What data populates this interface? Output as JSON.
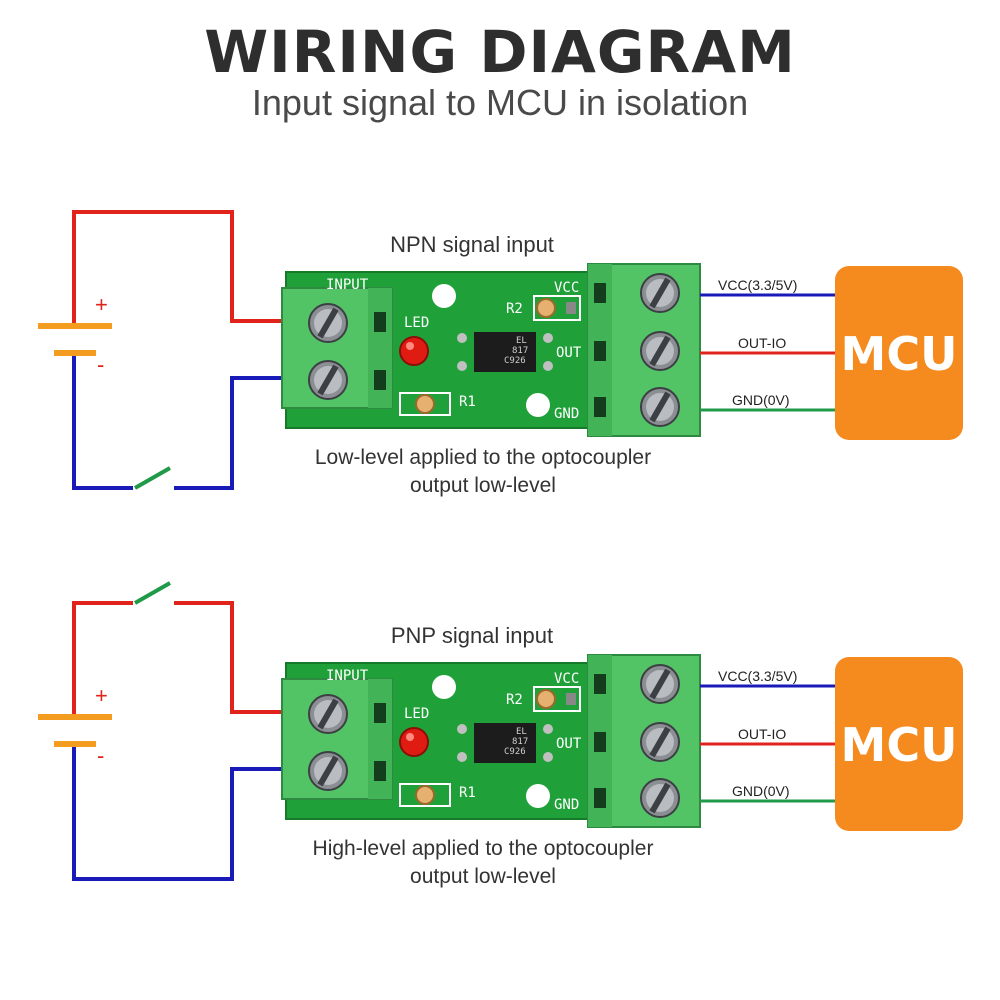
{
  "header": {
    "title": "WIRING DIAGRAM",
    "subtitle": "Input signal to MCU in isolation"
  },
  "colors": {
    "red_wire": "#e0241b",
    "blue_wire": "#1a1ab8",
    "green_wire": "#1f9a48",
    "battery": "#f39c1f",
    "pcb": "#1fa039",
    "terminal": "#52c466",
    "mcu": "#f58a1f"
  },
  "npn": {
    "title": "NPN signal input",
    "caption_line1": "Low-level applied to the optocoupler",
    "caption_line2": "output low-level",
    "battery_plus": "+",
    "battery_minus": "-",
    "pcb": {
      "input_label": "INPUT",
      "led_label": "LED",
      "r1_label": "R1",
      "r2_label": "R2",
      "vcc_label": "VCC",
      "out_label": "OUT",
      "gnd_label": "GND",
      "chip_line1": "EL",
      "chip_line2": "817",
      "chip_line3": "C926"
    },
    "wires": {
      "vcc": "VCC(3.3/5V)",
      "out": "OUT-IO",
      "gnd": "GND(0V)"
    },
    "mcu_label": "MCU"
  },
  "pnp": {
    "title": "PNP signal input",
    "caption_line1": "High-level applied to the optocoupler",
    "caption_line2": "output low-level",
    "battery_plus": "+",
    "battery_minus": "-",
    "pcb": {
      "input_label": "INPUT",
      "led_label": "LED",
      "r1_label": "R1",
      "r2_label": "R2",
      "vcc_label": "VCC",
      "out_label": "OUT",
      "gnd_label": "GND",
      "chip_line1": "EL",
      "chip_line2": "817",
      "chip_line3": "C926"
    },
    "wires": {
      "vcc": "VCC(3.3/5V)",
      "out": "OUT-IO",
      "gnd": "GND(0V)"
    },
    "mcu_label": "MCU"
  }
}
